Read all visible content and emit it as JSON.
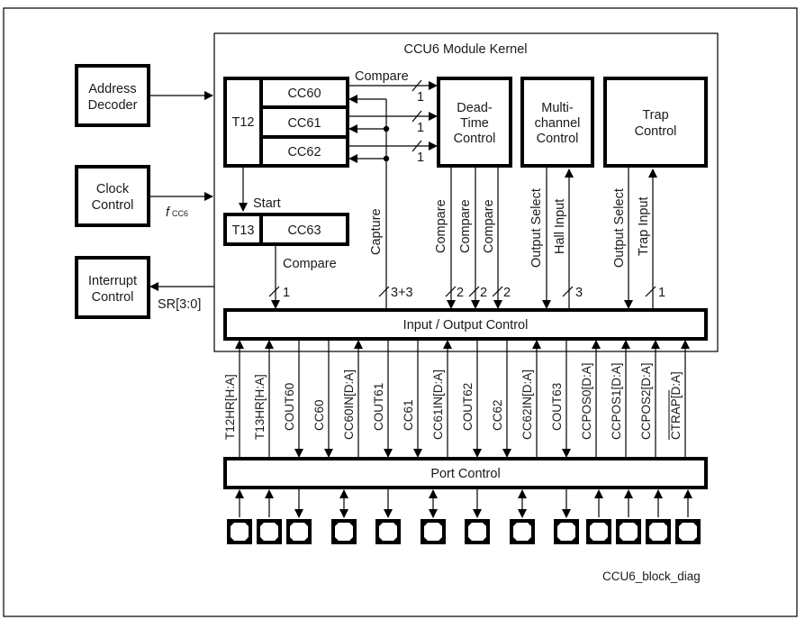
{
  "figure": {
    "kernel_title": "CCU6 Module Kernel",
    "caption": "CCU6_block_diag"
  },
  "external_blocks": {
    "address_decoder": [
      "Address",
      "Decoder"
    ],
    "clock_control": [
      "Clock",
      "Control"
    ],
    "interrupt_control": [
      "Interrupt",
      "Control"
    ]
  },
  "signals_external": {
    "fccb_main": "f",
    "fccb_sub": "CC6",
    "service_request": "SR[3:0]"
  },
  "timer_blocks": {
    "t12": "T12",
    "t13": "T13",
    "cc60": "CC60",
    "cc61": "CC61",
    "cc62": "CC62",
    "cc63": "CC63",
    "start_label": "Start"
  },
  "control_blocks": {
    "dead_time": [
      "Dead-",
      "Time",
      "Control"
    ],
    "multichannel": [
      "Multi-",
      "channel",
      "Control"
    ],
    "trap": [
      "Trap",
      "Control"
    ],
    "io_control": "Input / Output Control",
    "port_control": "Port Control"
  },
  "internal_labels": {
    "compare_top": "Compare",
    "compare_cc63": "Compare",
    "capture": "Capture",
    "dt_compare": [
      "Compare",
      "Compare",
      "Compare"
    ],
    "mc_output_select": "Output Select",
    "hall_input": "Hall Input",
    "trap_output_select": "Output Select",
    "trap_input": "Trap Input"
  },
  "bus_widths": {
    "cc_to_dt": [
      "1",
      "1",
      "1"
    ],
    "cc63_compare": "1",
    "capture": "3+3",
    "dt_compare": [
      "2",
      "2",
      "2"
    ],
    "hall": "3",
    "trap": "1"
  },
  "port_signals": [
    {
      "label": "T12HR[H:A]",
      "dir": "in"
    },
    {
      "label": "T13HR[H:A]",
      "dir": "in"
    },
    {
      "label": "COUT60",
      "dir": "out"
    },
    {
      "label": "CC60",
      "dir": "out"
    },
    {
      "label": "CC60IN[D:A]",
      "dir": "in"
    },
    {
      "label": "COUT61",
      "dir": "out"
    },
    {
      "label": "CC61",
      "dir": "out"
    },
    {
      "label": "CC61IN[D:A]",
      "dir": "in"
    },
    {
      "label": "COUT62",
      "dir": "out"
    },
    {
      "label": "CC62",
      "dir": "out"
    },
    {
      "label": "CC62IN[D:A]",
      "dir": "in"
    },
    {
      "label": "COUT63",
      "dir": "out"
    },
    {
      "label": "CCPOS0[D:A]",
      "dir": "in"
    },
    {
      "label": "CCPOS1[D:A]",
      "dir": "in"
    },
    {
      "label": "CCPOS2[D:A]",
      "dir": "in"
    },
    {
      "label": "CTRAP[D:A]",
      "dir": "in",
      "overline": "CTRAP"
    }
  ],
  "pins": [
    {
      "dir": "in"
    },
    {
      "dir": "in"
    },
    {
      "dir": "out"
    },
    {
      "dir": "bidir"
    },
    {
      "dir": "out"
    },
    {
      "dir": "bidir"
    },
    {
      "dir": "out"
    },
    {
      "dir": "bidir"
    },
    {
      "dir": "out"
    },
    {
      "dir": "in"
    },
    {
      "dir": "in"
    },
    {
      "dir": "in"
    },
    {
      "dir": "in"
    }
  ]
}
